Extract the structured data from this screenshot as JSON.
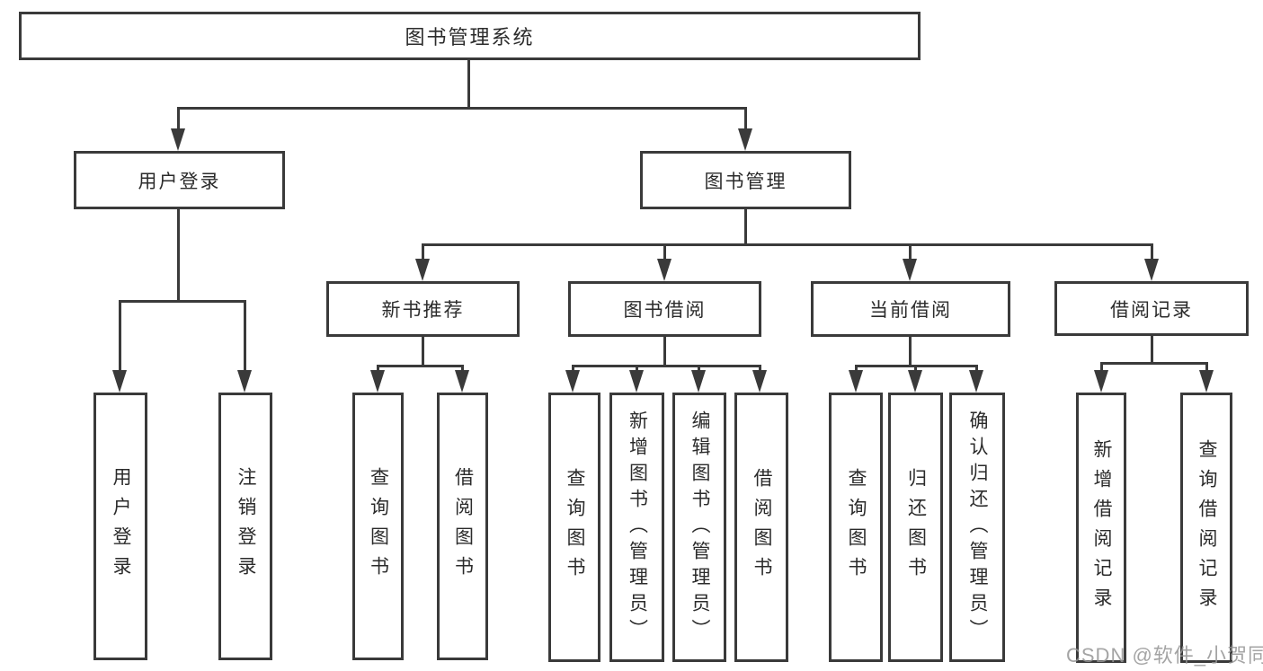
{
  "tree": {
    "root": {
      "label": "图书管理系统",
      "children": [
        {
          "label": "用户登录",
          "children": [
            {
              "label": "用户登录"
            },
            {
              "label": "注销登录"
            }
          ]
        },
        {
          "label": "图书管理",
          "children": [
            {
              "label": "新书推荐",
              "children": [
                {
                  "label": "查询图书"
                },
                {
                  "label": "借阅图书"
                }
              ]
            },
            {
              "label": "图书借阅",
              "children": [
                {
                  "label": "查询图书"
                },
                {
                  "label": "新增图书（管理员）"
                },
                {
                  "label": "编辑图书（管理员）"
                },
                {
                  "label": "借阅图书"
                }
              ]
            },
            {
              "label": "当前借阅",
              "children": [
                {
                  "label": "查询图书"
                },
                {
                  "label": "归还图书"
                },
                {
                  "label": "确认归还（管理员）"
                }
              ]
            },
            {
              "label": "借阅记录",
              "children": [
                {
                  "label": "新增借阅记录"
                },
                {
                  "label": "查询借阅记录"
                }
              ]
            }
          ]
        }
      ]
    }
  },
  "watermark": {
    "text": "CSDN @软件_小贺同学"
  },
  "colors": {
    "line": "#3a3a3a",
    "text": "#2b2b2b",
    "background": "#ffffff",
    "watermark": "#949494"
  }
}
